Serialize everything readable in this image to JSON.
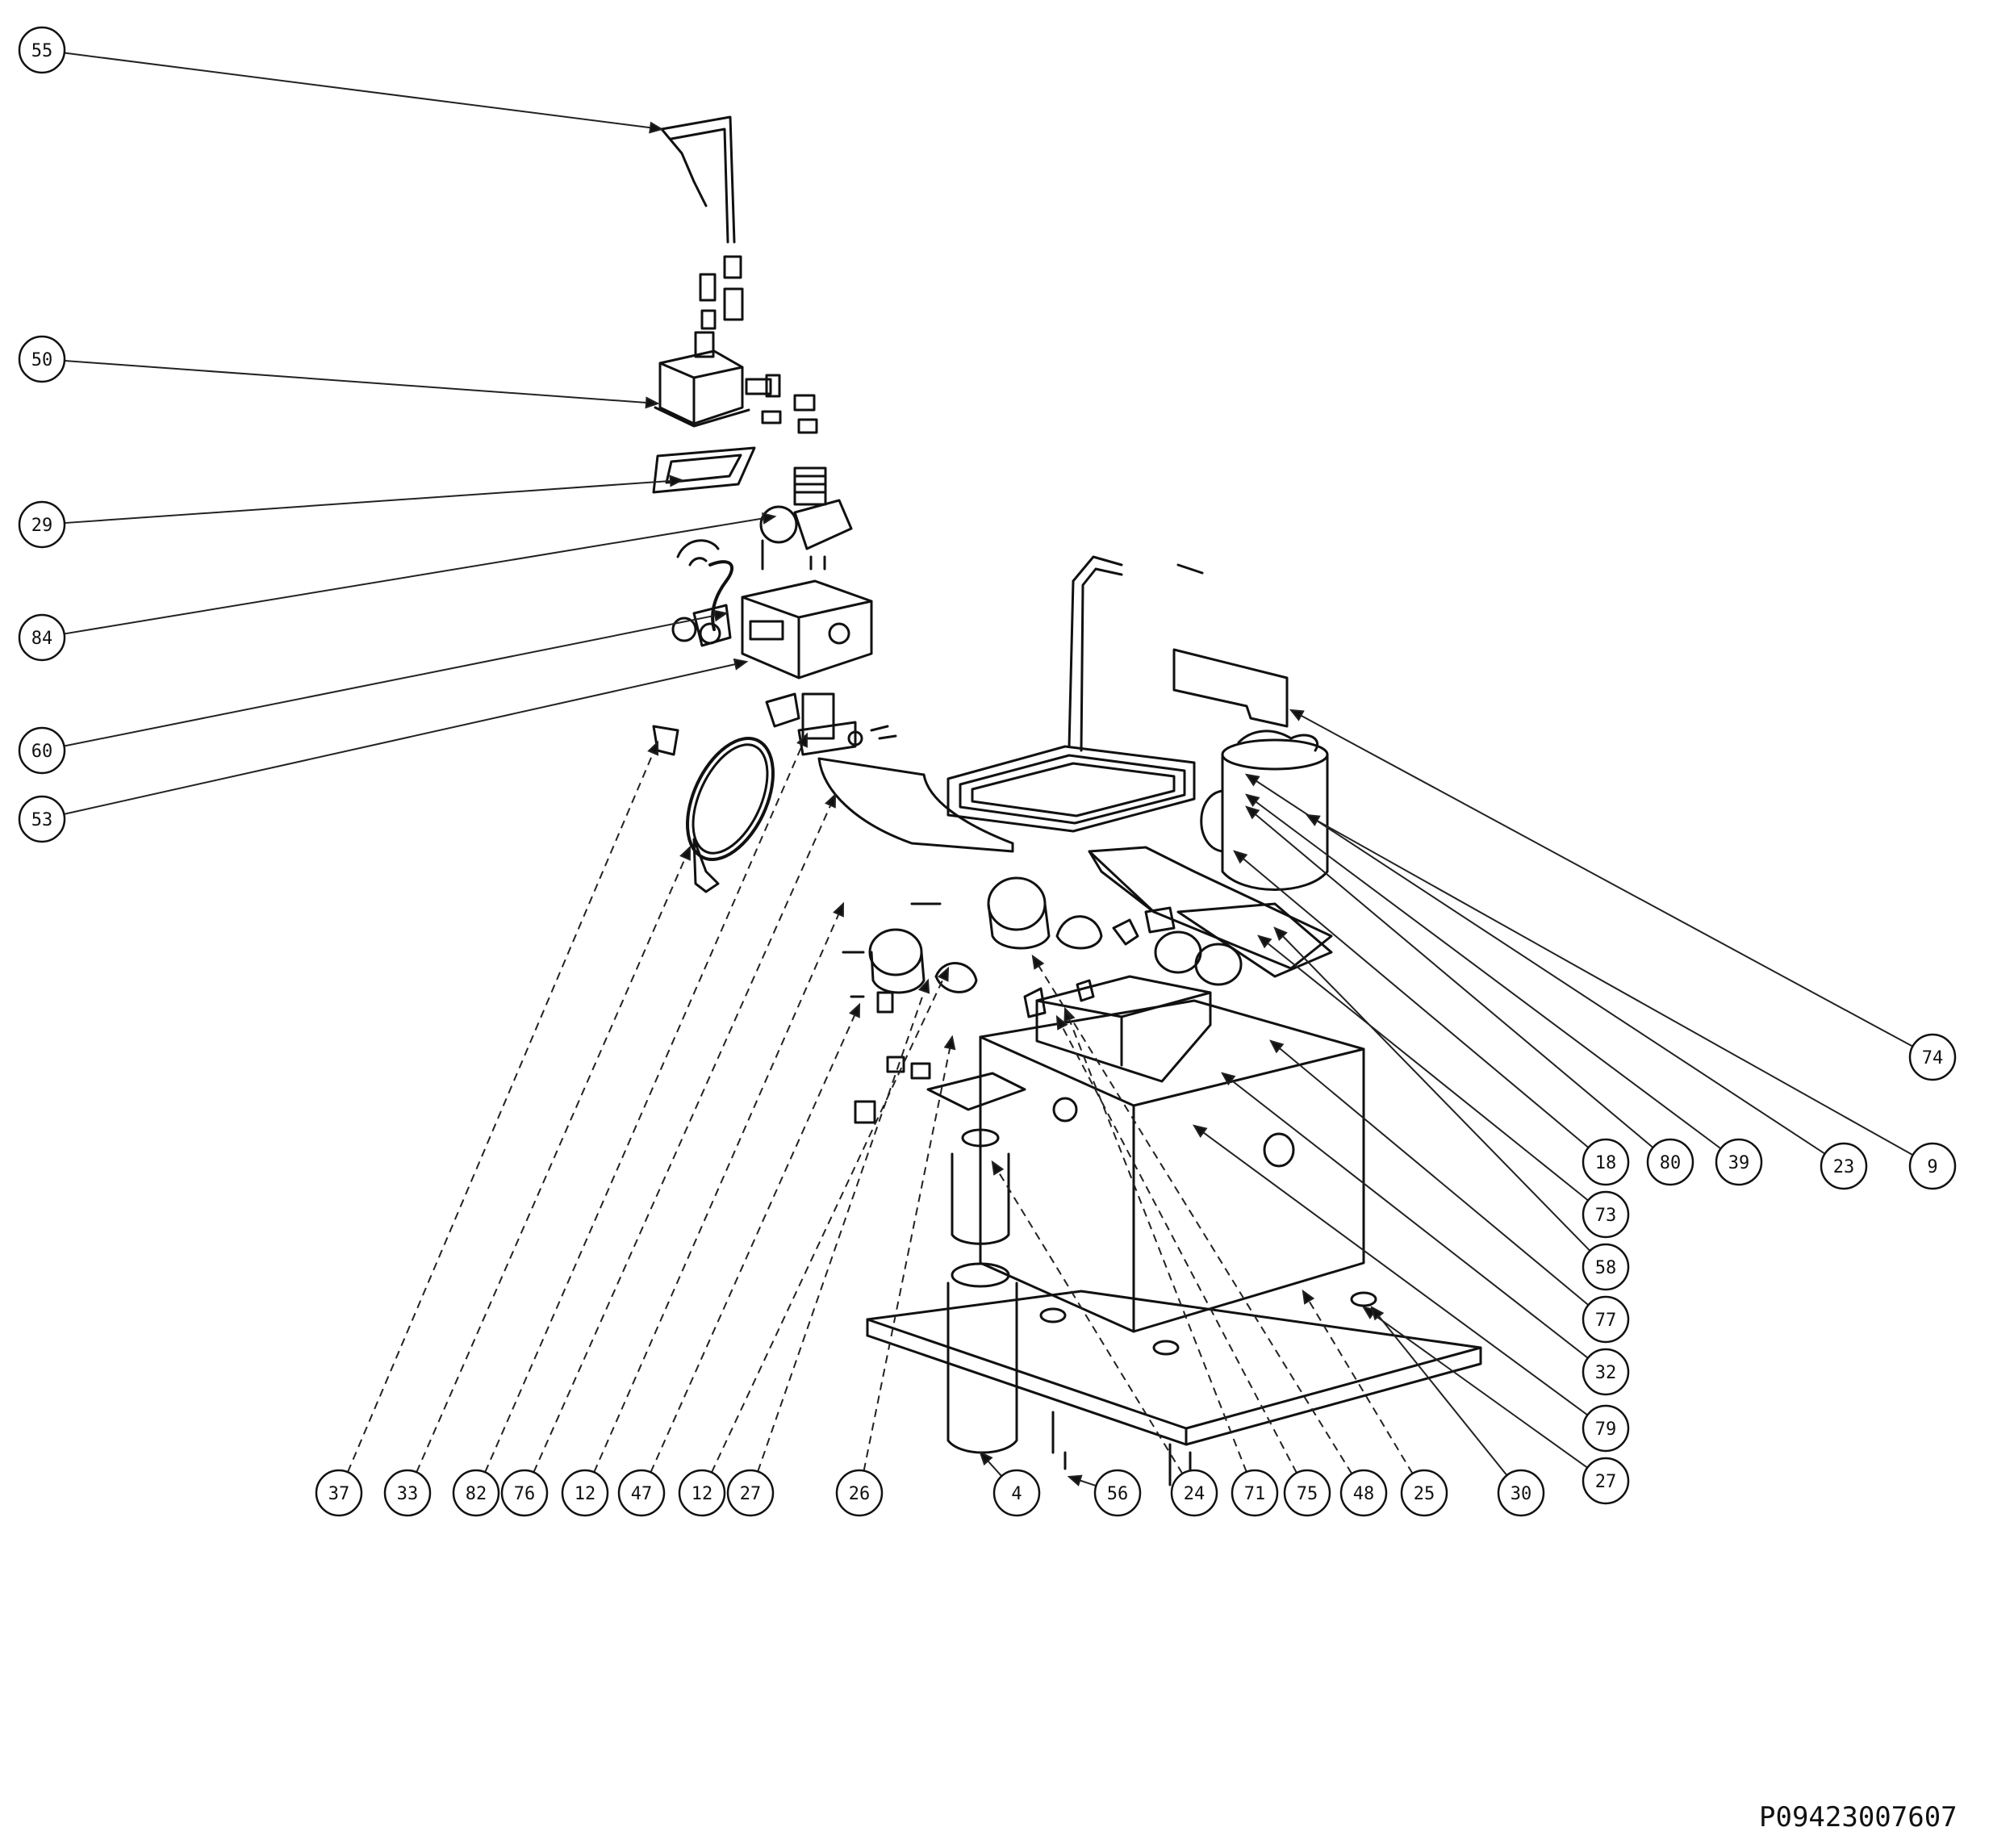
{
  "diagram": {
    "type": "exploded-parts-diagram",
    "drawing_code": "P09423007607",
    "callouts": [
      {
        "label": "55"
      },
      {
        "label": "50"
      },
      {
        "label": "29"
      },
      {
        "label": "84"
      },
      {
        "label": "60"
      },
      {
        "label": "53"
      },
      {
        "label": "74"
      },
      {
        "label": "18"
      },
      {
        "label": "80"
      },
      {
        "label": "39"
      },
      {
        "label": "23"
      },
      {
        "label": "9"
      },
      {
        "label": "73"
      },
      {
        "label": "58"
      },
      {
        "label": "77"
      },
      {
        "label": "32"
      },
      {
        "label": "79"
      },
      {
        "label": "27"
      },
      {
        "label": "37"
      },
      {
        "label": "33"
      },
      {
        "label": "82"
      },
      {
        "label": "76"
      },
      {
        "label": "12"
      },
      {
        "label": "47"
      },
      {
        "label": "12"
      },
      {
        "label": "27"
      },
      {
        "label": "26"
      },
      {
        "label": "4"
      },
      {
        "label": "56"
      },
      {
        "label": "24"
      },
      {
        "label": "71"
      },
      {
        "label": "75"
      },
      {
        "label": "48"
      },
      {
        "label": "25"
      },
      {
        "label": "30"
      }
    ]
  },
  "colors": {
    "ink": "#111111",
    "background": "#ffffff"
  }
}
